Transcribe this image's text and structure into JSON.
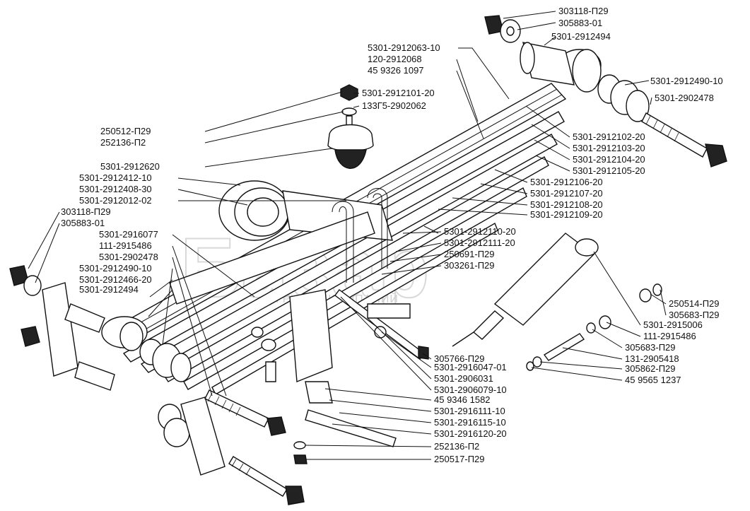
{
  "watermark": {
    "logo_text": "Базар",
    "tagline": "ГРУППА КОМПАНИЙ"
  },
  "callouts": {
    "c1": "303118-П29",
    "c2": "305883-01",
    "c3": "5301-2912494",
    "c4": "5301-2912490-10",
    "c5": "5301-2902478",
    "c6": "5301-2912063-10",
    "c7": "120-2912068",
    "c8": "45 9326 1097",
    "c9": "5301-2912101-20",
    "c10": "133Г5-2902062",
    "c11": "250512-П29",
    "c12": "252136-П2",
    "c13": "5301-2912620",
    "c14": "5301-2912412-10",
    "c15": "5301-2912408-30",
    "c16": "5301-2912012-02",
    "c17": "303118-П29",
    "c18": "305883-01",
    "c19": "5301-2916077",
    "c20": "111-2915486",
    "c21": "5301-2902478",
    "c22": "5301-2912490-10",
    "c23": "5301-2912466-20",
    "c24": "5301-2912494",
    "c25": "5301-2912102-20",
    "c26": "5301-2912103-20",
    "c27": "5301-2912104-20",
    "c28": "5301-2912105-20",
    "c29": "5301-2912106-20",
    "c30": "5301-2912107-20",
    "c31": "5301-2912108-20",
    "c32": "5301-2912109-20",
    "c33": "5301-2912110-20",
    "c34": "5301-2912111-20",
    "c35": "250691-П29",
    "c36": "303261-П29",
    "c37": "250514-П29",
    "c38": "305683-П29",
    "c39": "5301-2915006",
    "c40": "111-2915486",
    "c41": "305683-П29",
    "c42": "131-2905418",
    "c43": "305862-П29",
    "c44": "45 9565 1237",
    "c45": "305766-П29",
    "c46": "5301-2916047-01",
    "c47": "5301-2906031",
    "c48": "5301-2906079-10",
    "c49": "45 9346 1582",
    "c50": "5301-2916111-10",
    "c51": "5301-2916115-10",
    "c52": "5301-2916120-20",
    "c53": "252136-П2",
    "c54": "250517-П29"
  }
}
